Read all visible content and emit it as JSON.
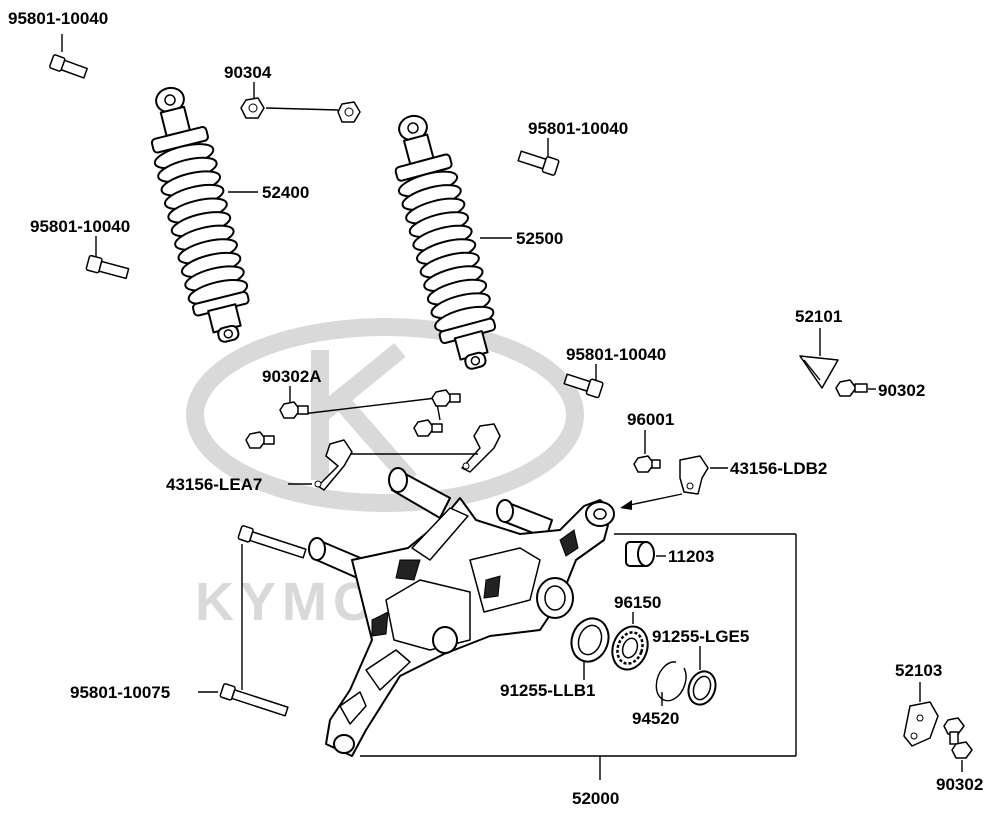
{
  "watermark": {
    "text": "KYMCO"
  },
  "part_labels": {
    "bolt_top_left": "95801-10040",
    "nut_90304": "90304",
    "shock_left": "52400",
    "bolt_mid_left": "95801-10040",
    "bolt_top_center": "95801-10040",
    "shock_right": "52500",
    "bracket_52101": "52101",
    "bolt_90302_a": "90302",
    "bolt_center": "95801-10040",
    "bolt_90302A": "90302A",
    "clamp_lea7": "43156-LEA7",
    "collar_96001": "96001",
    "clamp_ldb2": "43156-LDB2",
    "bushing_11203": "11203",
    "bearing_96150": "96150",
    "seal_lge5": "91255-LGE5",
    "bolt_long": "95801-10075",
    "seal_llb1": "91255-LLB1",
    "circlip_94520": "94520",
    "bracket_52103": "52103",
    "arm_52000": "52000",
    "bolt_90302_b": "90302"
  }
}
